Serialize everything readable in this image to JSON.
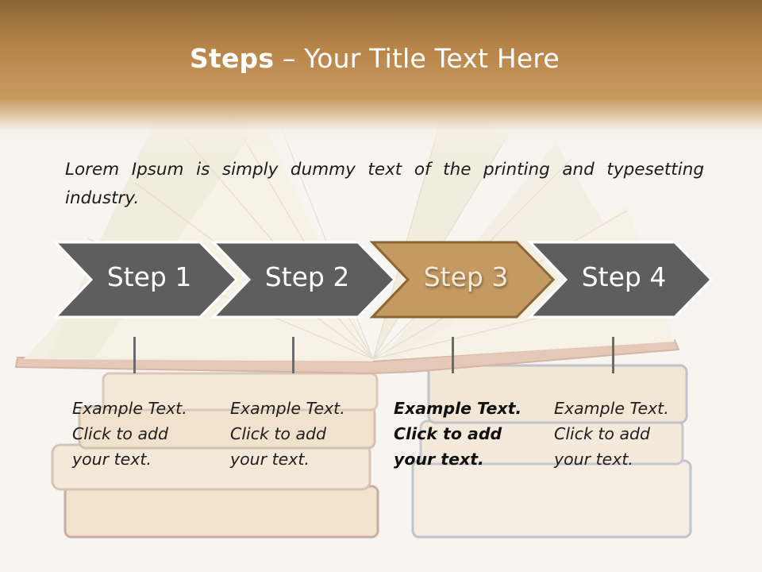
{
  "slide": {
    "title_bold": "Steps",
    "title_rest": " – Your Title Text Here",
    "intro": "Lorem Ipsum is simply dummy text of the printing and typesetting industry."
  },
  "steps": [
    {
      "label": "Step 1",
      "text": "Example Text.\nClick  to add\nyour text.",
      "active": false
    },
    {
      "label": "Step 2",
      "text": "Example Text.\nClick  to add\nyour text.",
      "active": false
    },
    {
      "label": "Step 3",
      "text": "Example Text.\nClick  to add\nyour text.",
      "active": true
    },
    {
      "label": "Step 4",
      "text": "Example Text.\nClick  to add\nyour text.",
      "active": false
    }
  ],
  "colors": {
    "title_band": "#b88549",
    "chevron_gray": "#5e5e5e",
    "chevron_active": "#c49a62",
    "chevron_outline": "#ffffff",
    "active_outline": "#8a6535"
  },
  "icons": {
    "background": "open-book-stack-icon"
  }
}
